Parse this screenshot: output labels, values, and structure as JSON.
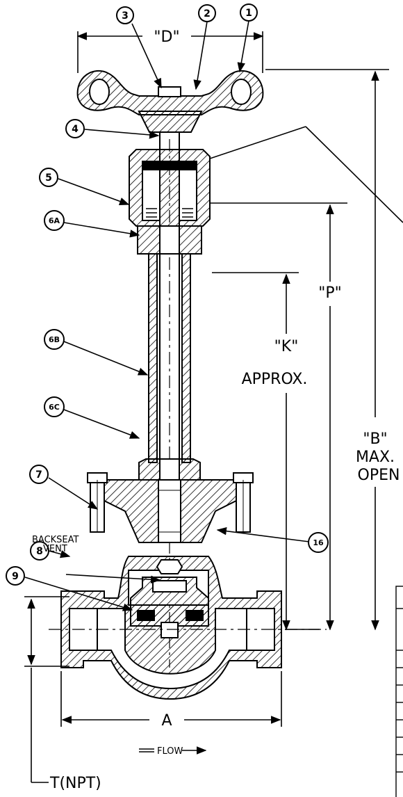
{
  "balloons": [
    {
      "id": "1",
      "text": "1"
    },
    {
      "id": "2",
      "text": "2"
    },
    {
      "id": "3",
      "text": "3"
    },
    {
      "id": "4",
      "text": "4"
    },
    {
      "id": "5",
      "text": "5"
    },
    {
      "id": "6a",
      "text": "6A"
    },
    {
      "id": "6b",
      "text": "6B"
    },
    {
      "id": "6c",
      "text": "6C"
    },
    {
      "id": "7",
      "text": "7"
    },
    {
      "id": "8",
      "text": "8"
    },
    {
      "id": "9",
      "text": "9"
    },
    {
      "id": "16",
      "text": "16"
    }
  ],
  "dimensions": {
    "D": "\"D\"",
    "P": "\"P\"",
    "K": "\"K\"",
    "K_note": "APPROX.",
    "B": "\"B\"",
    "B_note1": "MAX.",
    "B_note2": "OPEN",
    "A": "A",
    "T": "T(NPT)"
  },
  "notes": {
    "backseat_line1": "BACKSEAT",
    "backseat_line2": "VENT",
    "flow": "FLOW"
  }
}
